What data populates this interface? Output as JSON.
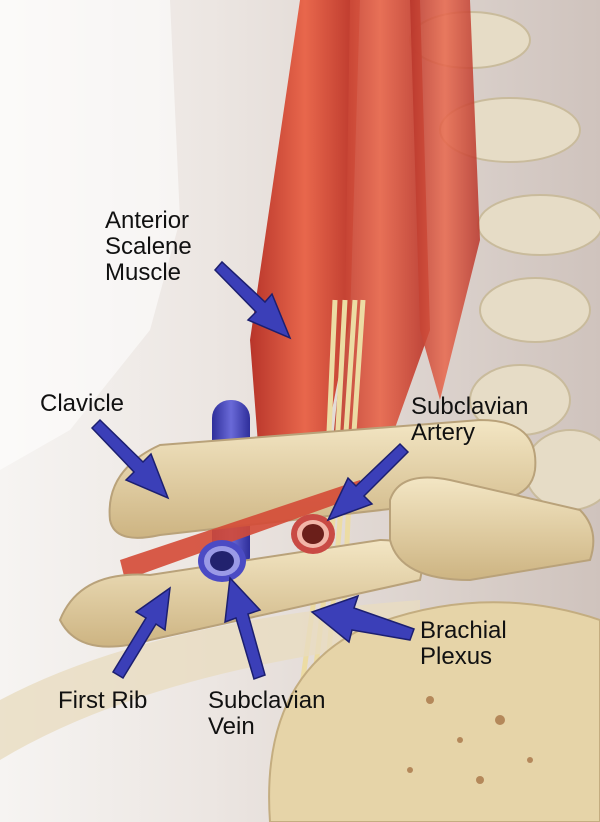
{
  "illustration": {
    "subject": "Thoracic outlet anatomy",
    "arrow_color": "#3b3fb8",
    "muscle_color": "#d9503a",
    "vein_color": "#4b4bc4",
    "artery_color": "#c94a44",
    "bone_color": "#e3d2a6",
    "nerve_color": "#ecdca4"
  },
  "labels": {
    "anterior_scalene": "Anterior\nScalene\nMuscle",
    "clavicle": "Clavicle",
    "subclavian_artery": "Subclavian\nArtery",
    "brachial_plexus": "Brachial\nPlexus",
    "first_rib": "First Rib",
    "subclavian_vein": "Subclavian\nVein"
  }
}
